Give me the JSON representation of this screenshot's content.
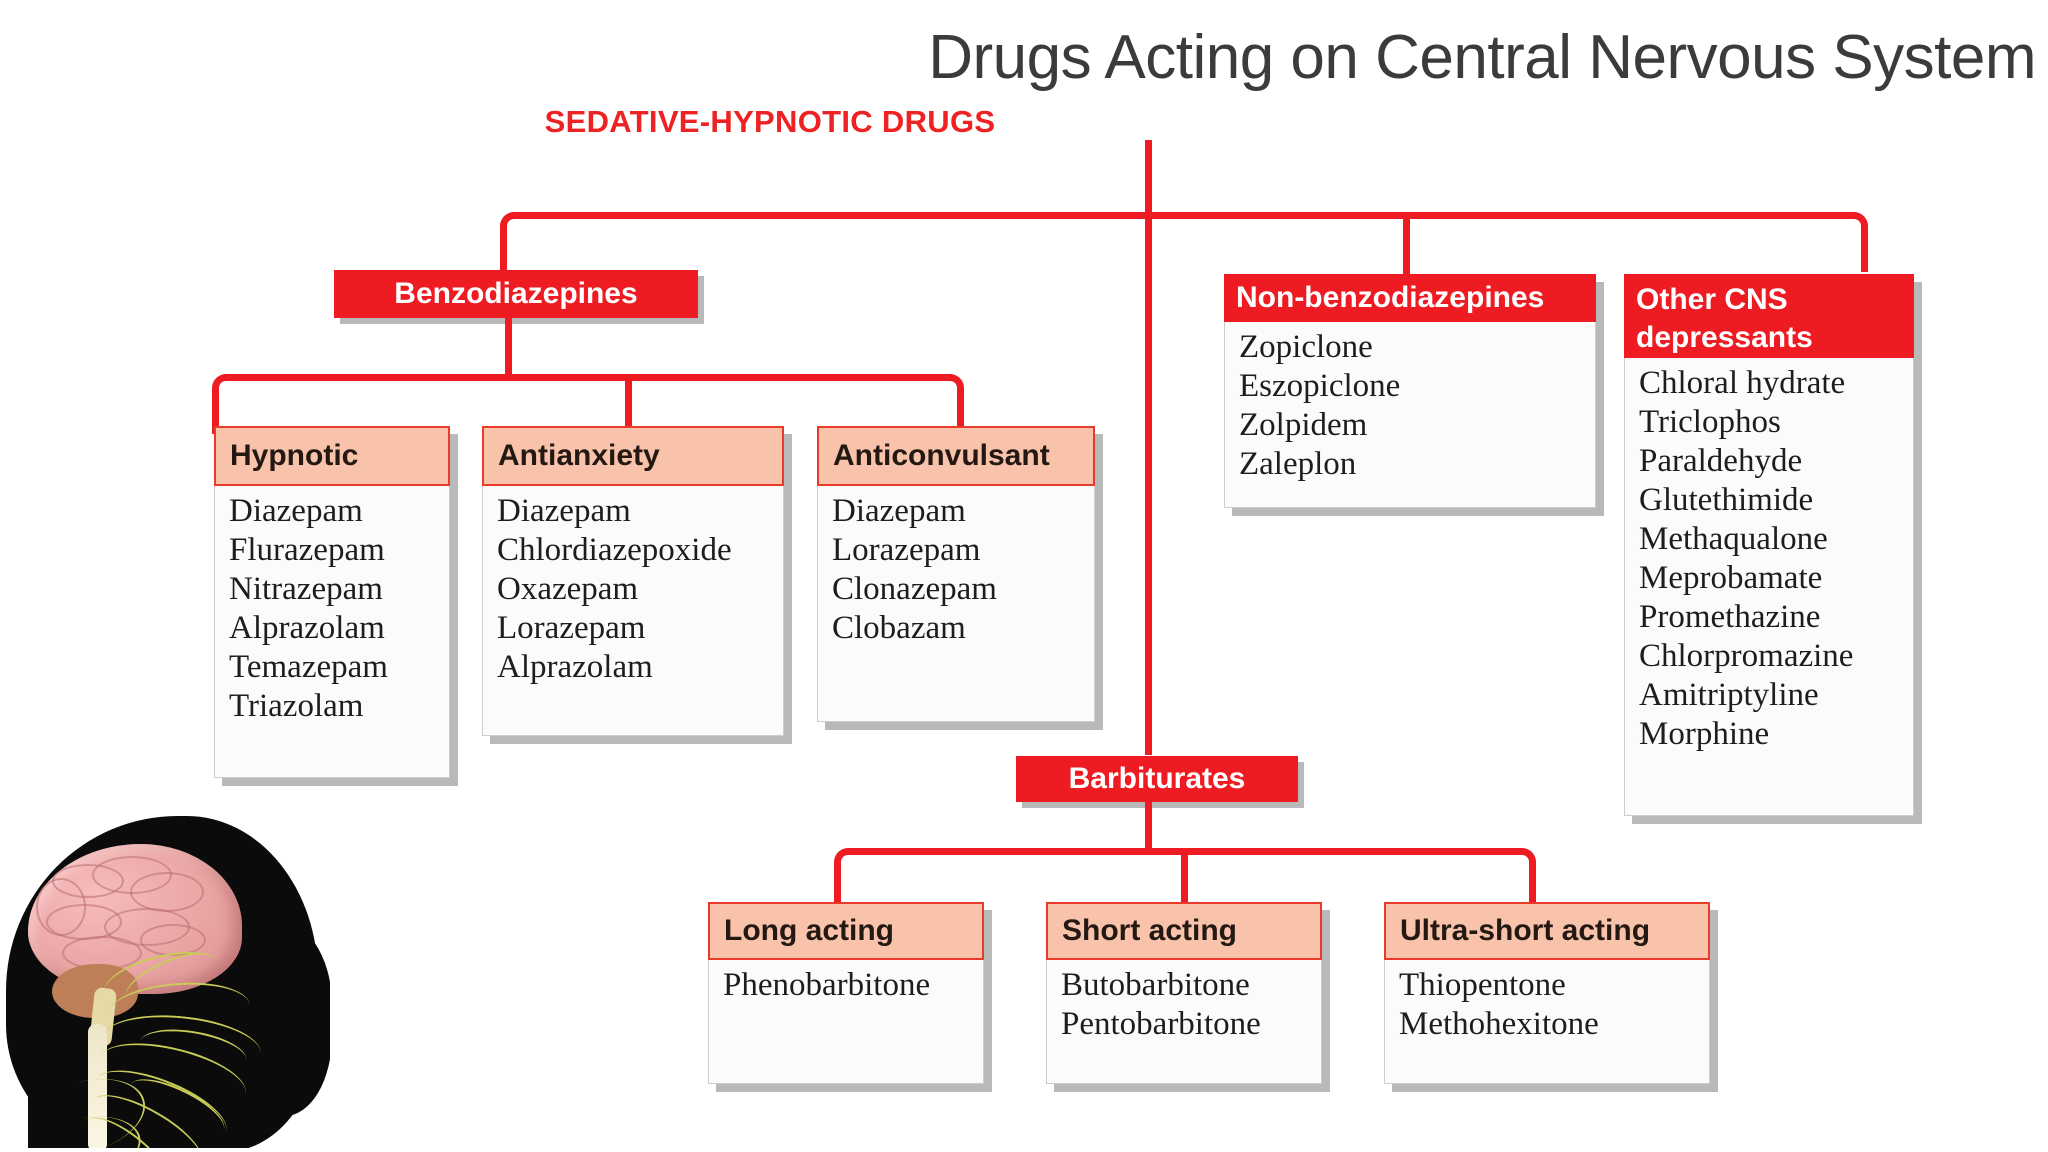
{
  "title": "Drugs Acting on Central Nervous System",
  "subtitle": "SEDATIVE-HYPNOTIC DRUGS",
  "colors": {
    "red": "#ee1c22",
    "peach": "#f9c2aa",
    "header_text_dark": "#231812",
    "title_gray": "#3b3b3b",
    "panel_bg": "#fbfbfb"
  },
  "artwork": {
    "name": "human-head-brain-nervous-system",
    "description": "Black human head silhouette in profile facing right with pink brain, tan cerebellum, spinal cord and yellow peripheral nerve network"
  },
  "nodes": {
    "benzodiazepines": {
      "label": "Benzodiazepines"
    },
    "non_benzodiazepines": {
      "label": "Non-benzodiazepines",
      "items": [
        "Zopiclone",
        "Eszopiclone",
        "Zolpidem",
        "Zaleplon"
      ]
    },
    "other_cns_depressants": {
      "label": "Other CNS depressants",
      "items": [
        "Chloral hydrate",
        "Triclophos",
        "Paraldehyde",
        "Glutethimide",
        "Methaqualone",
        "Meprobamate",
        "Promethazine",
        "Chlorpromazine",
        "Amitriptyline",
        "Morphine"
      ]
    },
    "hypnotic": {
      "label": "Hypnotic",
      "items": [
        "Diazepam",
        "Flurazepam",
        "Nitrazepam",
        "Alprazolam",
        "Temazepam",
        "Triazolam"
      ]
    },
    "antianxiety": {
      "label": "Antianxiety",
      "items": [
        "Diazepam",
        "Chlordiazepoxide",
        "Oxazepam",
        "Lorazepam",
        "Alprazolam"
      ]
    },
    "anticonvulsant": {
      "label": "Anticonvulsant",
      "items": [
        "Diazepam",
        "Lorazepam",
        "Clonazepam",
        "Clobazam"
      ]
    },
    "barbiturates": {
      "label": "Barbiturates"
    },
    "long_acting": {
      "label": "Long acting",
      "items": [
        "Phenobarbitone"
      ]
    },
    "short_acting": {
      "label": "Short acting",
      "items": [
        "Butobarbitone",
        "Pentobarbitone"
      ]
    },
    "ultra_short_acting": {
      "label": "Ultra-short acting",
      "items": [
        "Thiopentone",
        "Methohexitone"
      ]
    }
  }
}
